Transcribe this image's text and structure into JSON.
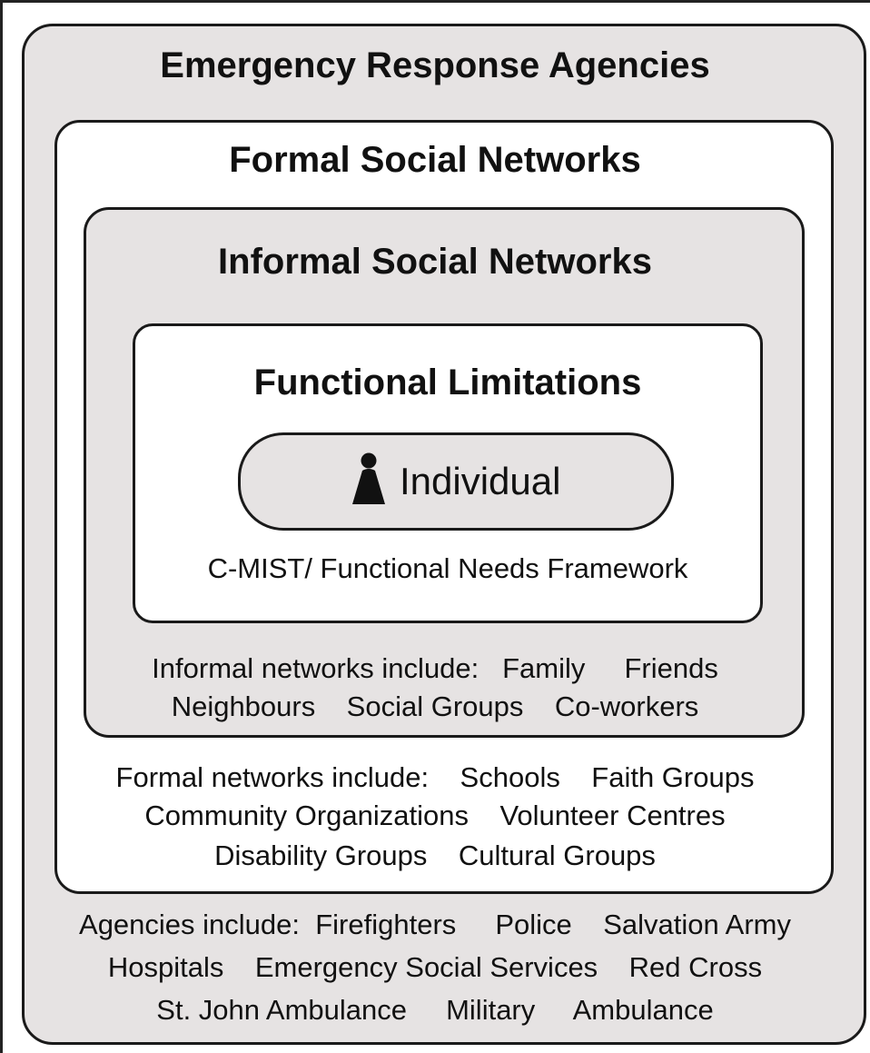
{
  "diagram": {
    "layers": {
      "agencies": {
        "title": "Emergency Response Agencies",
        "lines": [
          "Agencies include:  Firefighters     Police    Salvation Army",
          "Hospitals    Emergency Social Services    Red Cross",
          "St. John Ambulance     Military     Ambulance"
        ]
      },
      "formal": {
        "title": "Formal Social Networks",
        "lines": [
          "Formal networks include:    Schools    Faith Groups",
          "Community Organizations    Volunteer Centres",
          "Disability Groups    Cultural Groups"
        ]
      },
      "informal": {
        "title": "Informal Social Networks",
        "lines": [
          "Informal networks include:   Family     Friends",
          "Neighbours    Social Groups    Co-workers"
        ]
      },
      "limitations": {
        "title": "Functional Limitations",
        "framework": "C-MIST/ Functional Needs Framework"
      },
      "individual": {
        "label": "Individual",
        "icon": "person-icon"
      }
    },
    "colors": {
      "grey_fill": "#e6e3e3",
      "white_fill": "#ffffff",
      "outline": "#1a1a1a"
    }
  }
}
